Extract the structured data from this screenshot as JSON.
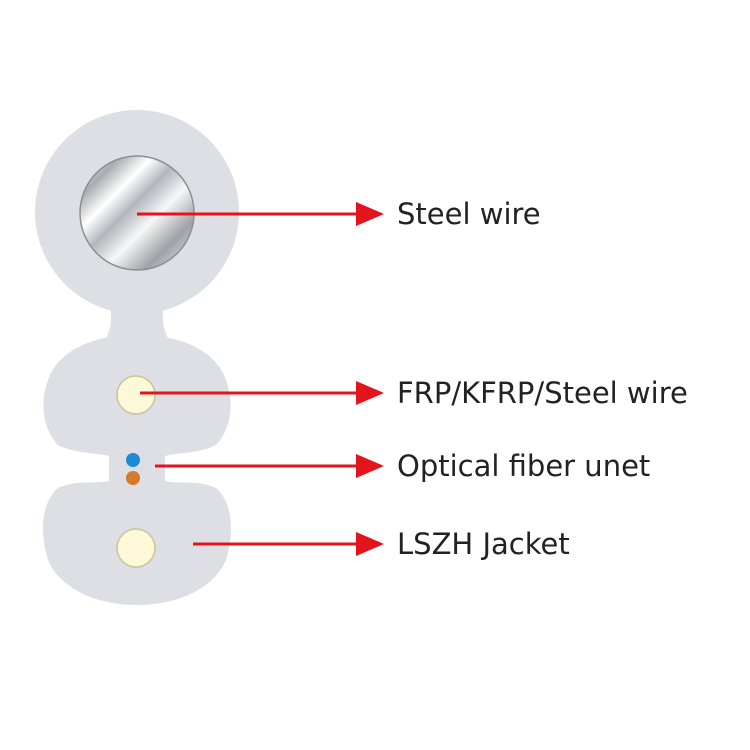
{
  "labels": {
    "steel_wire": "Steel wire",
    "frp": "FRP/KFRP/Steel wire",
    "optical_fiber": "Optical fiber unet",
    "lszh_jacket": "LSZH Jacket"
  },
  "colors": {
    "jacket": "#dddfe4",
    "arrow": "#e3141c",
    "strength_member_fill": "#fdf8d8",
    "strength_member_stroke": "#c9c39a",
    "fiber_blue": "#1d8ad6",
    "fiber_orange": "#d57a2c",
    "steel_wire_stroke": "#8c8f94",
    "text": "#222222"
  }
}
